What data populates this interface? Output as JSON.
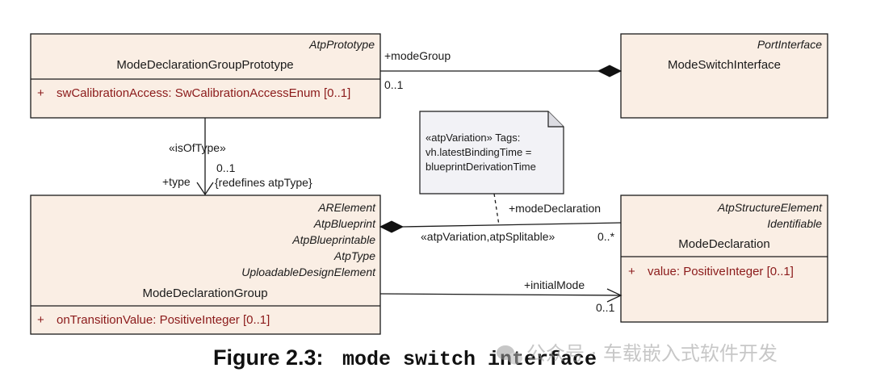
{
  "classes": {
    "mdgp": {
      "stereotypes": [
        "AtpPrototype"
      ],
      "name": "ModeDeclarationGroupPrototype",
      "attributes": [
        {
          "marker": "+",
          "text": "swCalibrationAccess: SwCalibrationAccessEnum [0..1]"
        }
      ]
    },
    "msi": {
      "stereotypes": [
        "PortInterface"
      ],
      "name": "ModeSwitchInterface",
      "attributes": []
    },
    "mdg": {
      "stereotypes": [
        "ARElement",
        "AtpBlueprint",
        "AtpBlueprintable",
        "AtpType",
        "UploadableDesignElement"
      ],
      "name": "ModeDeclarationGroup",
      "attributes": [
        {
          "marker": "+",
          "text": "onTransitionValue: PositiveInteger [0..1]"
        }
      ]
    },
    "md": {
      "stereotypes": [
        "AtpStructureElement",
        "Identifiable"
      ],
      "name": "ModeDeclaration",
      "attributes": [
        {
          "marker": "+",
          "text": "value: PositiveInteger [0..1]"
        }
      ]
    }
  },
  "associations": {
    "modeGroup": {
      "role": "+modeGroup",
      "multiplicity": "0..1"
    },
    "type": {
      "stereotype": "«isOfType»",
      "role": "+type",
      "multiplicity": "0..1",
      "constraint": "{redefines atpType}"
    },
    "modeDeclaration": {
      "role": "+modeDeclaration",
      "stereotype": "«atpVariation,atpSplitable»",
      "multiplicity": "0..*"
    },
    "initialMode": {
      "role": "+initialMode",
      "multiplicity": "0..1"
    }
  },
  "note": {
    "lines": [
      "«atpVariation» Tags:",
      "vh.latestBindingTime =",
      "blueprintDerivationTime"
    ]
  },
  "caption": {
    "prefix": "Figure 2.3:",
    "title": "mode switch interface"
  },
  "watermark": "公众号 · 车载嵌入式软件开发"
}
